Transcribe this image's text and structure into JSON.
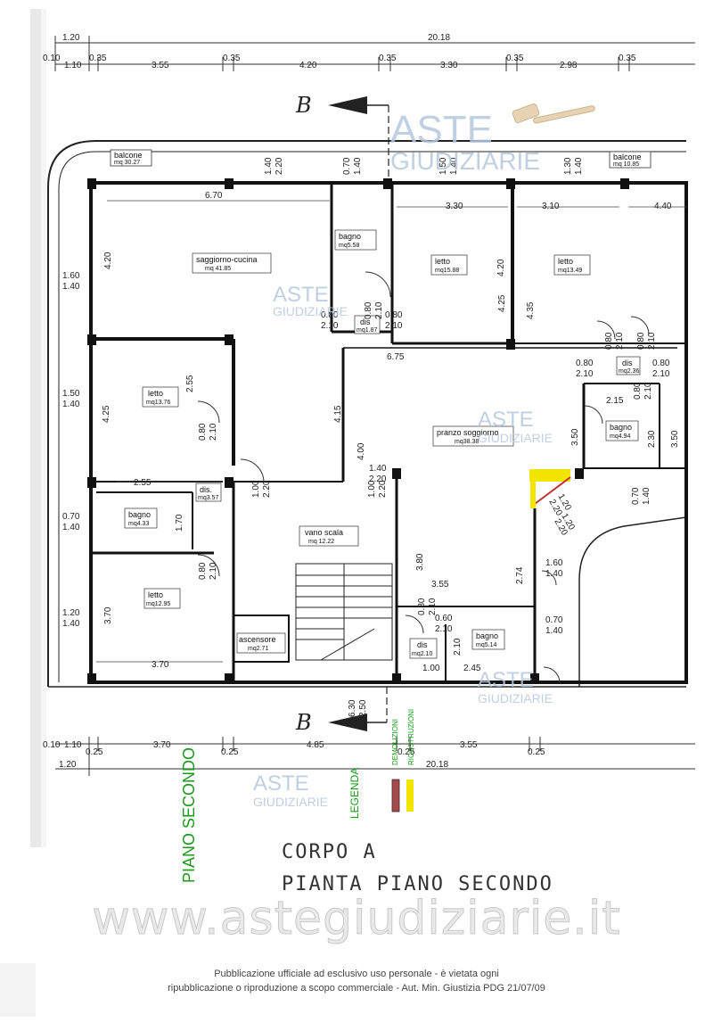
{
  "watermark": {
    "brand_top": "ASTE",
    "brand_bottom": "GIUDIZIARIE",
    "site": "www.astegiudiziarie.it"
  },
  "section_labels": {
    "b_top": "B",
    "b_bottom": "B"
  },
  "dims_top": {
    "overall": "20.18",
    "left_offset": "1.20",
    "row": [
      "0.10",
      "1.10",
      "0.35",
      "3.55",
      "0.35",
      "4.20",
      "0.35",
      "3.30",
      "0.35",
      "2.98",
      "0.35"
    ]
  },
  "dims_bottom": {
    "overall": "20.18",
    "left_offset": "1.20",
    "row": [
      "0.10",
      "1.10",
      "0.25",
      "3.70",
      "0.25",
      "4.85",
      "0.25",
      "3.55",
      "0.25"
    ]
  },
  "rooms": [
    {
      "name": "balcone",
      "area": "mq 30.27"
    },
    {
      "name": "balcone",
      "area": "mq 10.85"
    },
    {
      "name": "bagno",
      "area": "mq5.58"
    },
    {
      "name": "saggiorno-cucina",
      "area": "mq 41.85"
    },
    {
      "name": "letto",
      "area": "mq15.88"
    },
    {
      "name": "letto",
      "area": "mq13.49"
    },
    {
      "name": "dis",
      "area": "mq1.87"
    },
    {
      "name": "letto",
      "area": "mq13.76"
    },
    {
      "name": "dis",
      "area": "mq2.36"
    },
    {
      "name": "pranzo soggiorno",
      "area": "mq38.38"
    },
    {
      "name": "bagno",
      "area": "mq4.94"
    },
    {
      "name": "dis.",
      "area": "mq3.57"
    },
    {
      "name": "bagno",
      "area": "mq4.33"
    },
    {
      "name": "vano scala",
      "area": "mq 12.22"
    },
    {
      "name": "letto",
      "area": "mq12.95"
    },
    {
      "name": "ascensore",
      "area": "mq2.71"
    },
    {
      "name": "dis",
      "area": "mq2.10"
    },
    {
      "name": "bagno",
      "area": "mq5.14"
    }
  ],
  "dims_inner": {
    "w_670": "6.70",
    "w_330": "3.30",
    "w_310": "3.10",
    "w_440": "4.40",
    "h_420a": "4.20",
    "h_420b": "4.20",
    "h_425a": "4.25",
    "h_435": "4.35",
    "w_675": "6.75",
    "w_215": "2.15",
    "h_350a": "3.50",
    "h_230": "2.30",
    "h_350b": "3.50",
    "h_255": "2.55",
    "h_425b": "4.25",
    "h_415": "4.15",
    "w_255": "2.55",
    "h_170": "1.70",
    "h_380": "3.80",
    "w_355": "3.55",
    "h_274": "2.74",
    "w_100": "1.00",
    "w_245": "2.45",
    "h_370": "3.70",
    "w_370": "3.70",
    "w_210": "2.10"
  },
  "windows": [
    {
      "a": "1.40",
      "b": "2.20"
    },
    {
      "a": "0.70",
      "b": "1.40"
    },
    {
      "a": "1.50",
      "b": "1.40"
    },
    {
      "a": "1.30",
      "b": "1.40"
    },
    {
      "a": "1.60",
      "b": "1.40"
    },
    {
      "a": "1.50",
      "b": "1.40"
    },
    {
      "a": "0.70",
      "b": "1.40"
    },
    {
      "a": "1.20",
      "b": "1.40"
    },
    {
      "a": "1.60",
      "b": "1.40"
    },
    {
      "a": "0.70",
      "b": "1.40"
    },
    {
      "a": "0.70",
      "b": "1.40"
    },
    {
      "a": "1.20",
      "b": "2.20"
    }
  ],
  "doors": [
    {
      "a": "0.80",
      "b": "2.10"
    },
    {
      "a": "0.80",
      "b": "2.10"
    },
    {
      "a": "0.80",
      "b": "2.10"
    },
    {
      "a": "0.80",
      "b": "2.10"
    },
    {
      "a": "0.80",
      "b": "2.10"
    },
    {
      "a": "0.80",
      "b": "2.10"
    },
    {
      "a": "0.80",
      "b": "2.10"
    },
    {
      "a": "0.80",
      "b": "2.10"
    },
    {
      "a": "0.80",
      "b": "2.10"
    },
    {
      "a": "1.00",
      "b": "2.20"
    },
    {
      "a": "1.40",
      "b": "2.20"
    },
    {
      "a": "1.00",
      "b": "2.20"
    },
    {
      "a": "0.80",
      "b": "2.10"
    },
    {
      "a": "0.60",
      "b": "2.10"
    },
    {
      "a": "4.00",
      "b": ""
    },
    {
      "a": "0.80",
      "b": "2.10"
    },
    {
      "a": "1.20",
      "b": "2.20"
    },
    {
      "a": "6.30",
      "b": "2.50"
    }
  ],
  "legend": {
    "title": "LEGENDA",
    "demolizioni": "DEMOLIZIONI",
    "ricostruzioni": "RICOSTRUZIONI",
    "demolizioni_color": "#a94a4a",
    "ricostruzioni_color": "#f2e600"
  },
  "piano_label": "PIANO SECONDO",
  "title": {
    "line1": "CORPO A",
    "line2": "PIANTA PIANO SECONDO"
  },
  "footer": {
    "line1": "Pubblicazione ufficiale ad esclusivo uso personale - è vietata ogni",
    "line2": "ripubblicazione o riproduzione a scopo commerciale - Aut. Min. Giustizia PDG 21/07/09"
  }
}
